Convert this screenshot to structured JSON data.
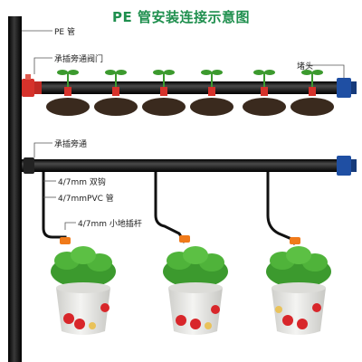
{
  "title": "PE 管安装连接示意图",
  "labels": {
    "pe_pipe": "PE 管",
    "bypass_valve": "承插旁通阀门",
    "end_plug": "堵头",
    "bypass": "承插旁通",
    "double_hook": "4/7mm 双钩",
    "pvc_pipe": "4/7mmPVC 管",
    "ground_stake": "4/7mm 小地插杆"
  },
  "colors": {
    "title": "#1f8f4e",
    "pipe": "#111111",
    "valve": "#d6322b",
    "end_cap": "#1f4fa3",
    "soil": "#3a2a1e",
    "leaf": "#3c9a2e",
    "pot": "#e9e9e6",
    "strawberry": "#d8262a"
  }
}
